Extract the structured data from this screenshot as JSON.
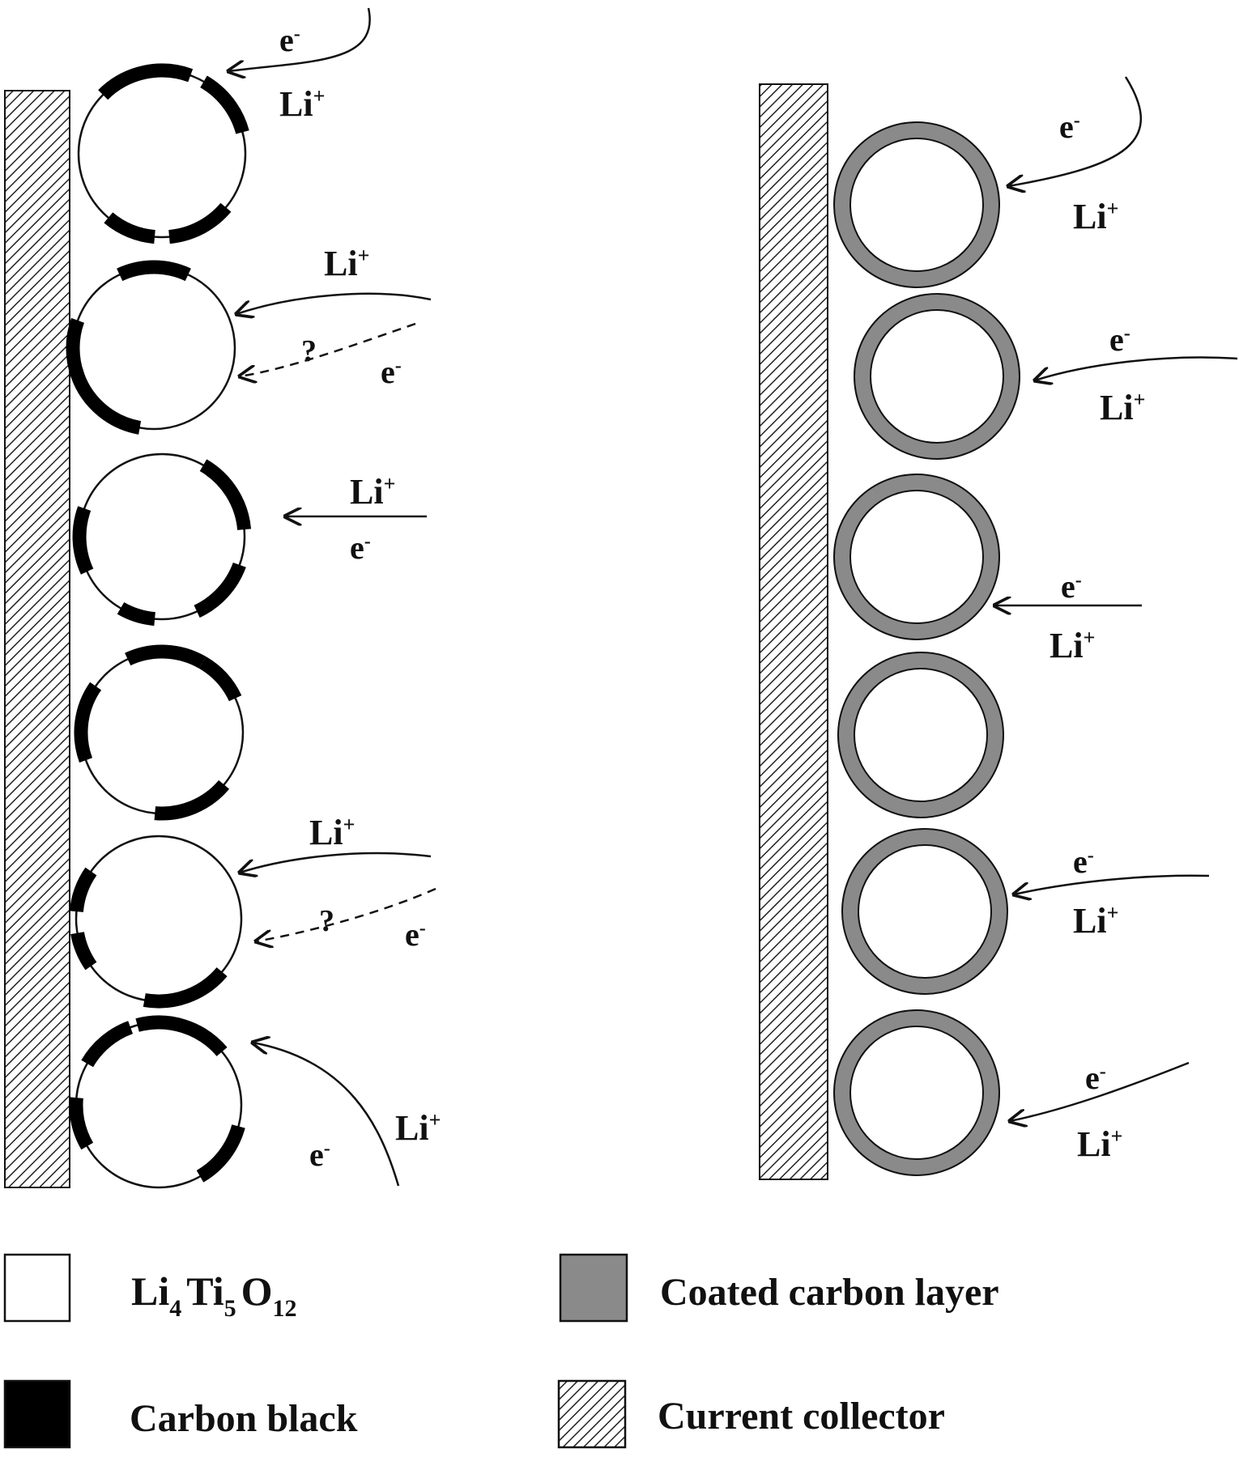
{
  "labels": {
    "electron": "e",
    "electron_sup": "-",
    "lithium": "Li",
    "lithium_sup": "+",
    "unknown": "?"
  },
  "legend": {
    "lto": {
      "base": "Li",
      "sub1": "4",
      "mid": "Ti",
      "sub2": "5",
      "tail": "O",
      "sub3": "12"
    },
    "carbon_black": "Carbon black",
    "coated_layer": "Coated carbon layer",
    "current_collector": "Current collector"
  },
  "colors": {
    "carbon_black": "#000000",
    "coated_layer": "#8a8a8a",
    "particle": "#ffffff",
    "outline": "#111111"
  }
}
